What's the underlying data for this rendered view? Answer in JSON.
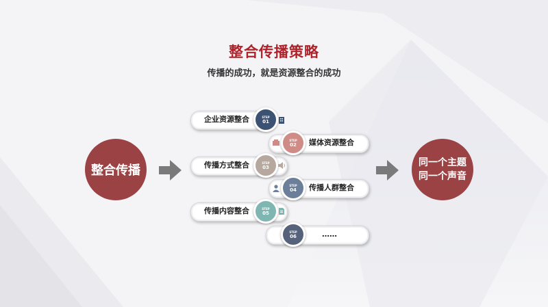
{
  "header": {
    "title": "整合传播策略",
    "subtitle": "传播的成功，就是资源整合的成功"
  },
  "left_circle": {
    "label": "整合传播"
  },
  "right_circle": {
    "line1": "同一个主题",
    "line2": "同一个声音"
  },
  "steps": [
    {
      "step": "STEP",
      "number": "01",
      "label": "企业资源整合",
      "color": "#3c5272",
      "icon": "building-icon"
    },
    {
      "step": "STEP",
      "number": "02",
      "label": "媒体资源整合",
      "color": "#cf8b86",
      "icon": "media-icon"
    },
    {
      "step": "STEP",
      "number": "03",
      "label": "传播方式整合",
      "color": "#b6a89e",
      "icon": "speaker-icon"
    },
    {
      "step": "STEP",
      "number": "04",
      "label": "传播人群整合",
      "color": "#6c7f9a",
      "icon": "user-icon"
    },
    {
      "step": "STEP",
      "number": "05",
      "label": "传播内容整合",
      "color": "#80b6b2",
      "icon": "document-icon"
    },
    {
      "step": "STEP",
      "number": "06",
      "label": "……",
      "color": "#56627a",
      "icon": "none"
    }
  ],
  "colors": {
    "accent_red": "#b0222a",
    "circle": "#9b4244",
    "arrow": "#7a7a7a"
  }
}
